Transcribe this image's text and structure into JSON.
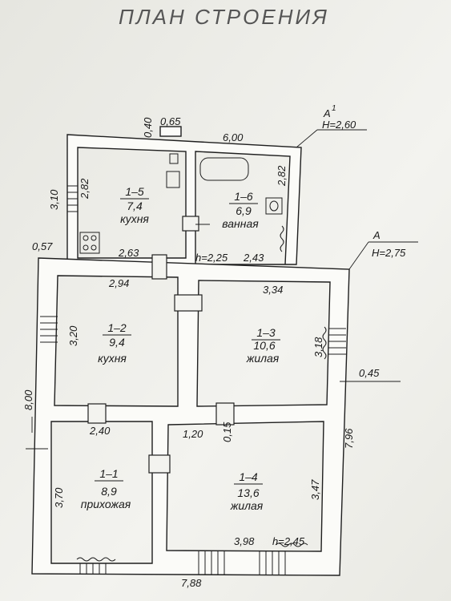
{
  "title": "ПЛАН СТРОЕНИЯ",
  "sections": [
    {
      "id": "A1",
      "letter": "А",
      "sup": "1",
      "height": "H=2,60"
    },
    {
      "id": "A",
      "letter": "А",
      "sup": "",
      "height": "H=2,75"
    }
  ],
  "rooms": [
    {
      "key": "r15",
      "id": "1–5",
      "area": "7,4",
      "name": "кухня"
    },
    {
      "key": "r16",
      "id": "1–6",
      "area": "6,9",
      "name": "ванная"
    },
    {
      "key": "r12",
      "id": "1–2",
      "area": "9,4",
      "name": "кухня"
    },
    {
      "key": "r13",
      "id": "1–3",
      "area": "10,6",
      "name": "жилая"
    },
    {
      "key": "r11",
      "id": "1–1",
      "area": "8,9",
      "name": "прихожая"
    },
    {
      "key": "r14",
      "id": "1–4",
      "area": "13,6",
      "name": "жилая"
    }
  ],
  "dimensions": {
    "d040": "0,40",
    "d065": "0,65",
    "d600": "6,00",
    "d310": "3,10",
    "d282a": "2,82",
    "d282b": "2,82",
    "d057": "0,57",
    "d263": "2,63",
    "h225": "h=2,25",
    "d243": "2,43",
    "d294": "2,94",
    "d334": "3,34",
    "d320": "3,20",
    "d318": "3,18",
    "d045": "0,45",
    "d800": "8,00",
    "d240": "2,40",
    "d120": "1,20",
    "d015": "0,15",
    "d796": "7,96",
    "d370": "3,70",
    "d347": "3,47",
    "d398": "3,98",
    "h245": "h=2,45",
    "d788": "7,88"
  }
}
